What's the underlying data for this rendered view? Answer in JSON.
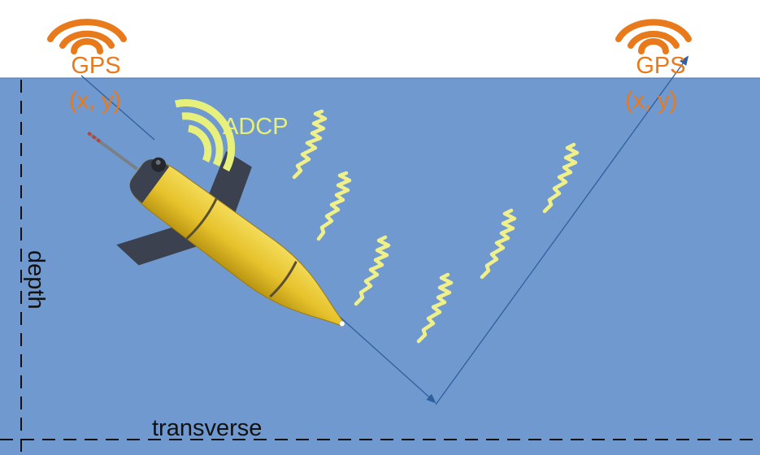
{
  "gps_left": {
    "label": "GPS",
    "coords": "(x, y)"
  },
  "gps_right": {
    "label": "GPS",
    "coords": "(x, y)"
  },
  "adcp_label": "ADCP",
  "depth_label": "depth",
  "transverse_label": "transverse",
  "colors": {
    "water": "#7099cf",
    "sky": "#ffffff",
    "gps_orange": "#e87a1c",
    "adcp_yellow": "#e6f07a",
    "wave_yellow": "#f0f08a",
    "path_blue": "#2f5f9e",
    "glider_yellow": "#e8c83a",
    "glider_dark": "#3c4150"
  }
}
